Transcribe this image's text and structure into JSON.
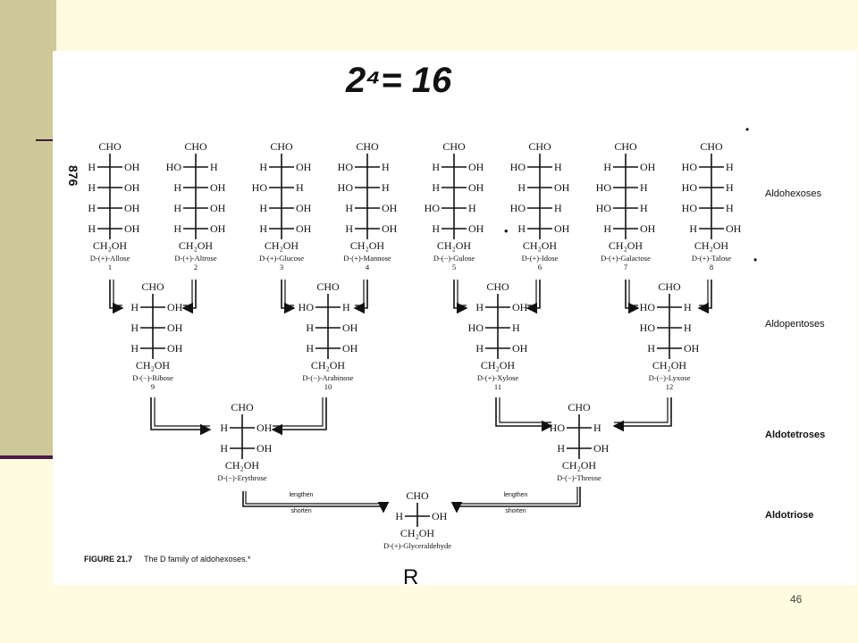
{
  "slide": {
    "number": "46"
  },
  "scan": {
    "page_number": "876",
    "handwritten_note": "2⁴= 16",
    "handwritten_mark": "R",
    "figure_label": "FIGURE 21.7",
    "figure_caption": "The D family of aldohexoses.*",
    "categories": {
      "hexoses": "Aldohexoses",
      "pentoses": "Aldopentoses",
      "tetroses": "Aldotetroses",
      "triose": "Aldotriose"
    },
    "arrow_labels": {
      "lengthen": "lengthen",
      "shorten": "shorten"
    },
    "groups": {
      "top": "CHO",
      "bottom": "CH₂OH"
    },
    "hexoses": [
      {
        "name": "D-(+)-Allose",
        "num": "1",
        "rows": [
          [
            "H",
            "OH"
          ],
          [
            "H",
            "OH"
          ],
          [
            "H",
            "OH"
          ],
          [
            "H",
            "OH"
          ]
        ]
      },
      {
        "name": "D-(+)-Altrose",
        "num": "2",
        "rows": [
          [
            "HO",
            "H"
          ],
          [
            "H",
            "OH"
          ],
          [
            "H",
            "OH"
          ],
          [
            "H",
            "OH"
          ]
        ]
      },
      {
        "name": "D-(+)-Glucose",
        "num": "3",
        "rows": [
          [
            "H",
            "OH"
          ],
          [
            "HO",
            "H"
          ],
          [
            "H",
            "OH"
          ],
          [
            "H",
            "OH"
          ]
        ]
      },
      {
        "name": "D-(+)-Mannose",
        "num": "4",
        "rows": [
          [
            "HO",
            "H"
          ],
          [
            "HO",
            "H"
          ],
          [
            "H",
            "OH"
          ],
          [
            "H",
            "OH"
          ]
        ]
      },
      {
        "name": "D-(−)-Gulose",
        "num": "5",
        "rows": [
          [
            "H",
            "OH"
          ],
          [
            "H",
            "OH"
          ],
          [
            "HO",
            "H"
          ],
          [
            "H",
            "OH"
          ]
        ]
      },
      {
        "name": "D-(+)-Idose",
        "num": "6",
        "rows": [
          [
            "HO",
            "H"
          ],
          [
            "H",
            "OH"
          ],
          [
            "HO",
            "H"
          ],
          [
            "H",
            "OH"
          ]
        ]
      },
      {
        "name": "D-(+)-Galactose",
        "num": "7",
        "rows": [
          [
            "H",
            "OH"
          ],
          [
            "HO",
            "H"
          ],
          [
            "HO",
            "H"
          ],
          [
            "H",
            "OH"
          ]
        ]
      },
      {
        "name": "D-(+)-Talose",
        "num": "8",
        "rows": [
          [
            "HO",
            "H"
          ],
          [
            "HO",
            "H"
          ],
          [
            "HO",
            "H"
          ],
          [
            "H",
            "OH"
          ]
        ]
      }
    ],
    "pentoses": [
      {
        "name": "D-(−)-Ribose",
        "num": "9",
        "rows": [
          [
            "H",
            "OH"
          ],
          [
            "H",
            "OH"
          ],
          [
            "H",
            "OH"
          ]
        ]
      },
      {
        "name": "D-(−)-Arabinose",
        "num": "10",
        "rows": [
          [
            "HO",
            "H"
          ],
          [
            "H",
            "OH"
          ],
          [
            "H",
            "OH"
          ]
        ]
      },
      {
        "name": "D-(+)-Xylose",
        "num": "11",
        "rows": [
          [
            "H",
            "OH"
          ],
          [
            "HO",
            "H"
          ],
          [
            "H",
            "OH"
          ]
        ]
      },
      {
        "name": "D-(−)-Lyxose",
        "num": "12",
        "rows": [
          [
            "HO",
            "H"
          ],
          [
            "HO",
            "H"
          ],
          [
            "H",
            "OH"
          ]
        ]
      }
    ],
    "tetroses": [
      {
        "name": "D-(−)-Erythrose",
        "rows": [
          [
            "H",
            "OH"
          ],
          [
            "H",
            "OH"
          ]
        ]
      },
      {
        "name": "D-(−)-Threose",
        "rows": [
          [
            "HO",
            "H"
          ],
          [
            "H",
            "OH"
          ]
        ]
      }
    ],
    "triose": {
      "name": "D-(+)-Glyceraldehyde",
      "rows": [
        [
          "H",
          "OH"
        ]
      ]
    }
  }
}
